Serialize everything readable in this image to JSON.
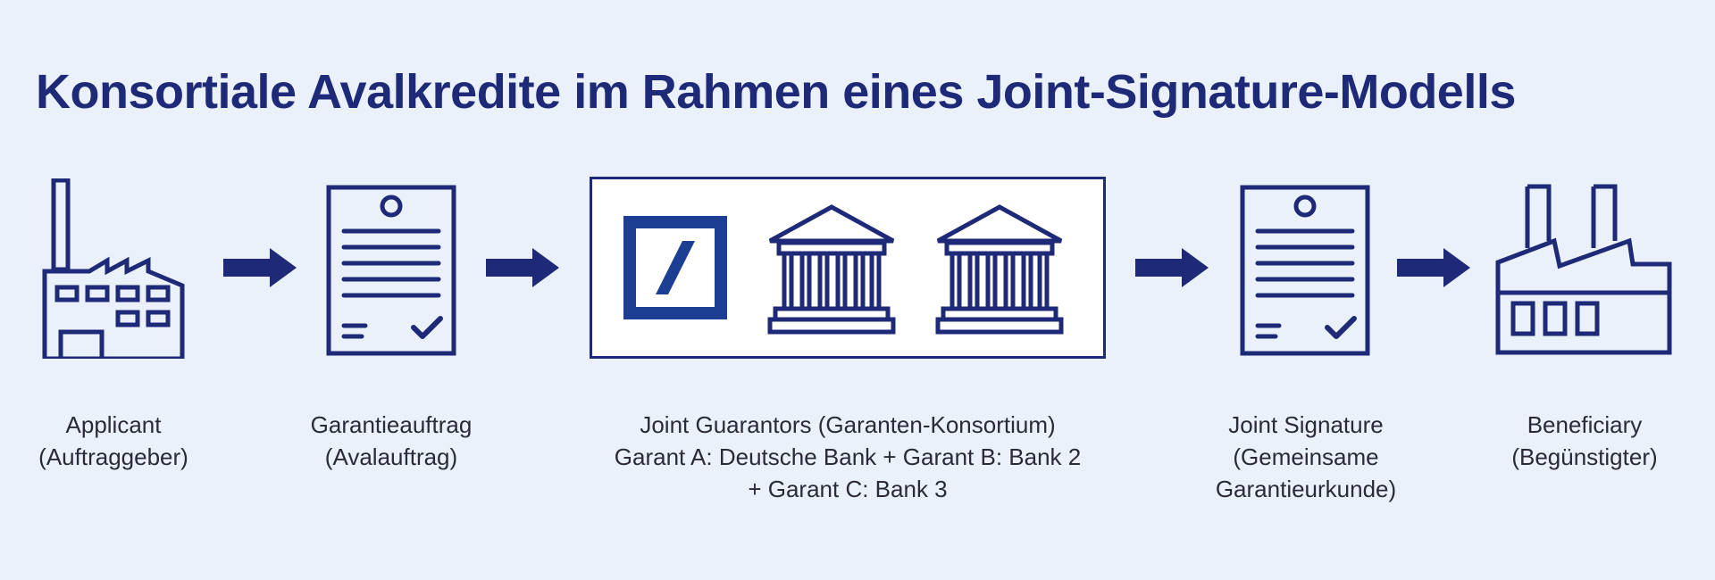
{
  "title": "Konsortiale Avalkredite im Rahmen eines Joint-Signature-Modells",
  "colors": {
    "accent": "#1e2a78",
    "brand_blue": "#1c3f94",
    "background": "#eaf1fb"
  },
  "icons": {
    "applicant": "factory-icon",
    "order": "document-icon",
    "deutsche_bank": "deutsche-bank-logo",
    "bank_2": "bank-building-icon",
    "bank_3": "bank-building-icon",
    "signature": "document-icon",
    "beneficiary": "factory-icon"
  },
  "steps": {
    "applicant": {
      "line1": "Applicant",
      "line2": "(Auftraggeber)"
    },
    "order": {
      "line1": "Garantieauftrag",
      "line2": "(Avalauftrag)"
    },
    "guarantors": {
      "line1": "Joint Guarantors (Garanten-Konsortium)",
      "line2": "Garant A: Deutsche Bank + Garant B: Bank 2",
      "line3": "+ Garant C: Bank 3"
    },
    "signature": {
      "line1": "Joint Signature",
      "line2": "(Gemeinsame",
      "line3": "Garantieurkunde)"
    },
    "beneficiary": {
      "line1": "Beneficiary",
      "line2": "(Begünstigter)"
    }
  }
}
